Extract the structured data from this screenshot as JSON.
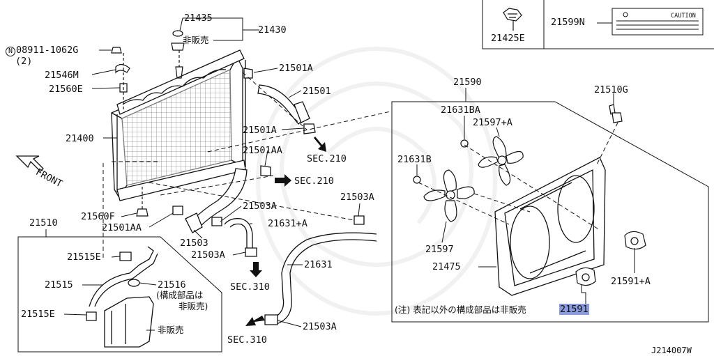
{
  "diagram": {
    "reference_code": "J214007W",
    "front_label": "FRONT",
    "callouts": {
      "p21435": "21435",
      "p21430": "21430",
      "hanbai_top": "非販売",
      "p08911_prefix": "N",
      "p08911": "08911-1062G",
      "p08911_qty": "(2)",
      "p21546M": "21546M",
      "p21560E": "21560E",
      "p21400": "21400",
      "p21560F": "21560F",
      "p21501AA_low": "21501AA",
      "p21501A_top": "21501A",
      "p21501": "21501",
      "p21501A_mid": "21501A",
      "sec210_a": "SEC.210",
      "p21501AA_mid": "21501AA",
      "sec210_b": "SEC.210",
      "p21503A_mid": "21503A",
      "p21503": "21503",
      "p21631plusA": "21631+A",
      "p21503A_left": "21503A",
      "p21503A_right": "21503A",
      "sec310_a": "SEC.310",
      "p21631": "21631",
      "p21503A_bottom": "21503A",
      "sec310_b": "SEC.310",
      "p21510": "21510",
      "p21515E_top": "21515E",
      "p21515": "21515",
      "p21516": "21516",
      "note_components_1": "(構成部品は",
      "note_components_2": "非販売)",
      "p21515E_bottom": "21515E",
      "hanbai_tank": "非販売",
      "p21425E": "21425E",
      "p21599N": "21599N",
      "caution_label": "CAUTION",
      "p21590": "21590",
      "p21510G": "21510G",
      "p21631BA": "21631BA",
      "p21597plusA": "21597+A",
      "p21631B": "21631B",
      "p21597": "21597",
      "p21475": "21475",
      "p21591plusA": "21591+A",
      "note_bottom": "(注) 表記以外の構成部品は非販売",
      "p21591": "21591"
    }
  }
}
